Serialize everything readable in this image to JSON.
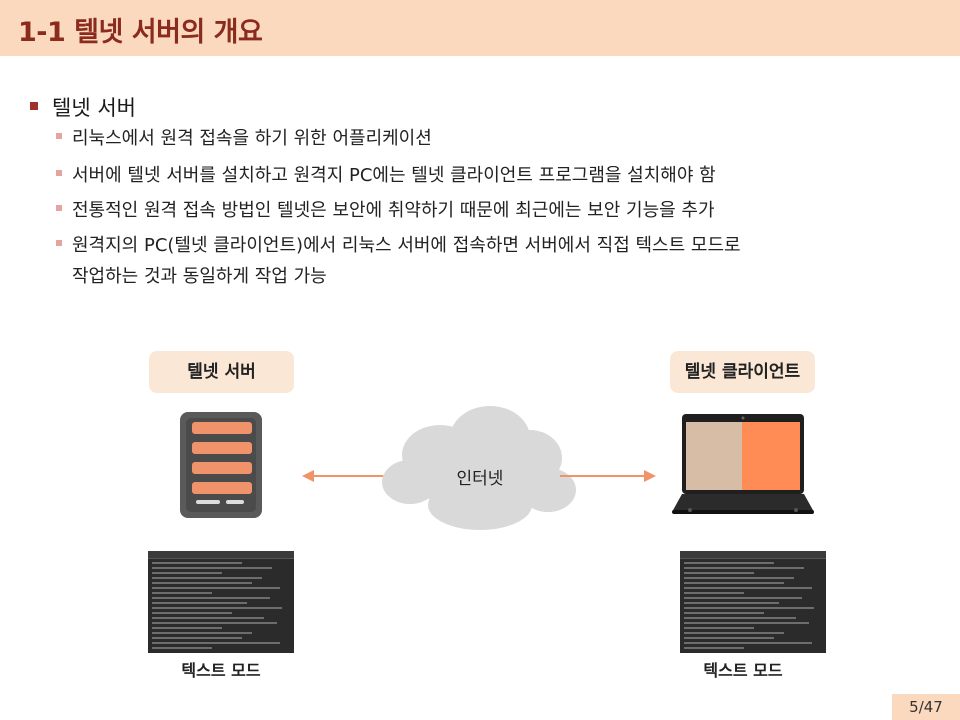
{
  "slide": {
    "title": "1-1 텔넷 서버의 개요",
    "main_bullet": "텔넷 서버",
    "sub_bullets": [
      "리눅스에서 원격 접속을 하기 위한 어플리케이션",
      "서버에 텔넷 서버를 설치하고 원격지 PC에는 텔넷 클라이언트 프로그램을 설치해야 함",
      "전통적인 원격 접속 방법인 텔넷은 보안에 취약하기 때문에 최근에는 보안 기능을 추가",
      "원격지의 PC(텔넷 클라이언트)에서 리눅스 서버에 접속하면 서버에서 직접 텍스트 모드로",
      "작업하는 것과 동일하게 작업 가능"
    ],
    "page_number": "5/47"
  },
  "diagram": {
    "server_label": "텔넷 서버",
    "client_label": "텔넷 클라이언트",
    "cloud_label": "인터넷",
    "server_mode_label": "텍스트 모드",
    "client_mode_label": "텍스트 모드"
  },
  "colors": {
    "title_bg": "#fbd9bf",
    "title_text": "#8b2b1e",
    "accent_orange": "#f0936a",
    "server_body": "#5a5a5a",
    "laptop_screen_left": "#d8bda6",
    "laptop_screen_right": "#ff8c55"
  }
}
